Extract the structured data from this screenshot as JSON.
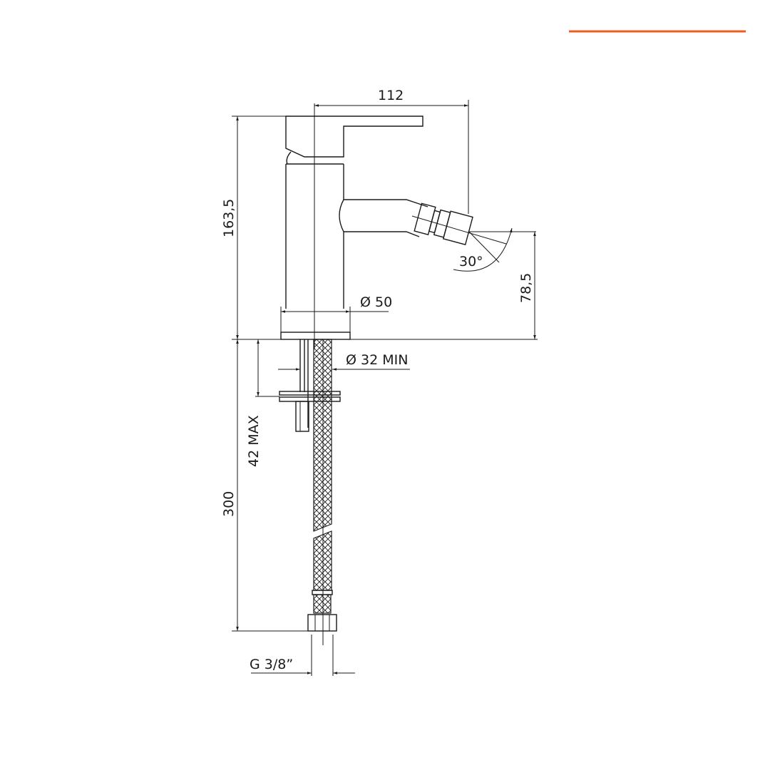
{
  "accent_bar": {
    "color": "#f15a24"
  },
  "dimensions": {
    "width_total": "112",
    "height_body": "163,5",
    "spout_height": "78,5",
    "spray_angle": "30°",
    "base_diameter": "Ø 50",
    "hole_diameter": "Ø 32 MIN",
    "deck_thickness": "42 MAX",
    "hose_length": "300",
    "thread": "G 3/8”"
  }
}
